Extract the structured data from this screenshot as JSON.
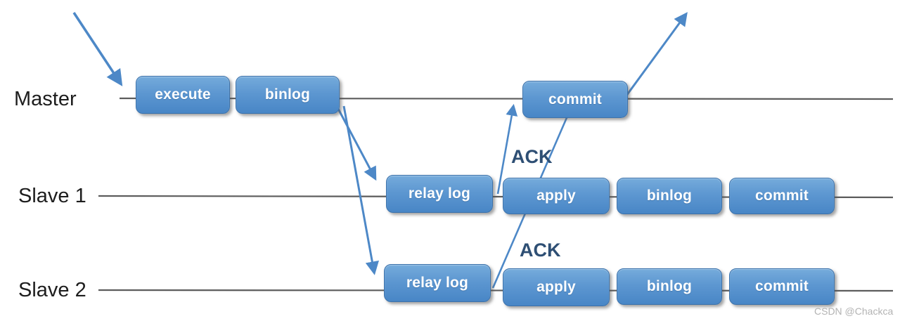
{
  "rows": [
    {
      "label": "Master",
      "boxes": [
        {
          "label": "execute"
        },
        {
          "label": "binlog"
        },
        {
          "label": "commit"
        }
      ]
    },
    {
      "label": "Slave 1",
      "boxes": [
        {
          "label": "relay log"
        },
        {
          "label": "apply"
        },
        {
          "label": "binlog"
        },
        {
          "label": "commit"
        }
      ]
    },
    {
      "label": "Slave 2",
      "boxes": [
        {
          "label": "relay log"
        },
        {
          "label": "apply"
        },
        {
          "label": "binlog"
        },
        {
          "label": "commit"
        }
      ]
    }
  ],
  "annotations": {
    "ack_slave1": "ACK",
    "ack_slave2": "ACK"
  },
  "watermark": "CSDN @Chackca",
  "colors": {
    "node_gradient_top": "#75abdb",
    "node_gradient_bottom": "#4886c6",
    "node_border": "#3c72ab",
    "arrow": "#4d88c7",
    "timeline": "#5c5c5c",
    "ack_text": "#2e4f74",
    "row_label_text": "#1d1d1d",
    "watermark_text": "#b3b3b3"
  }
}
